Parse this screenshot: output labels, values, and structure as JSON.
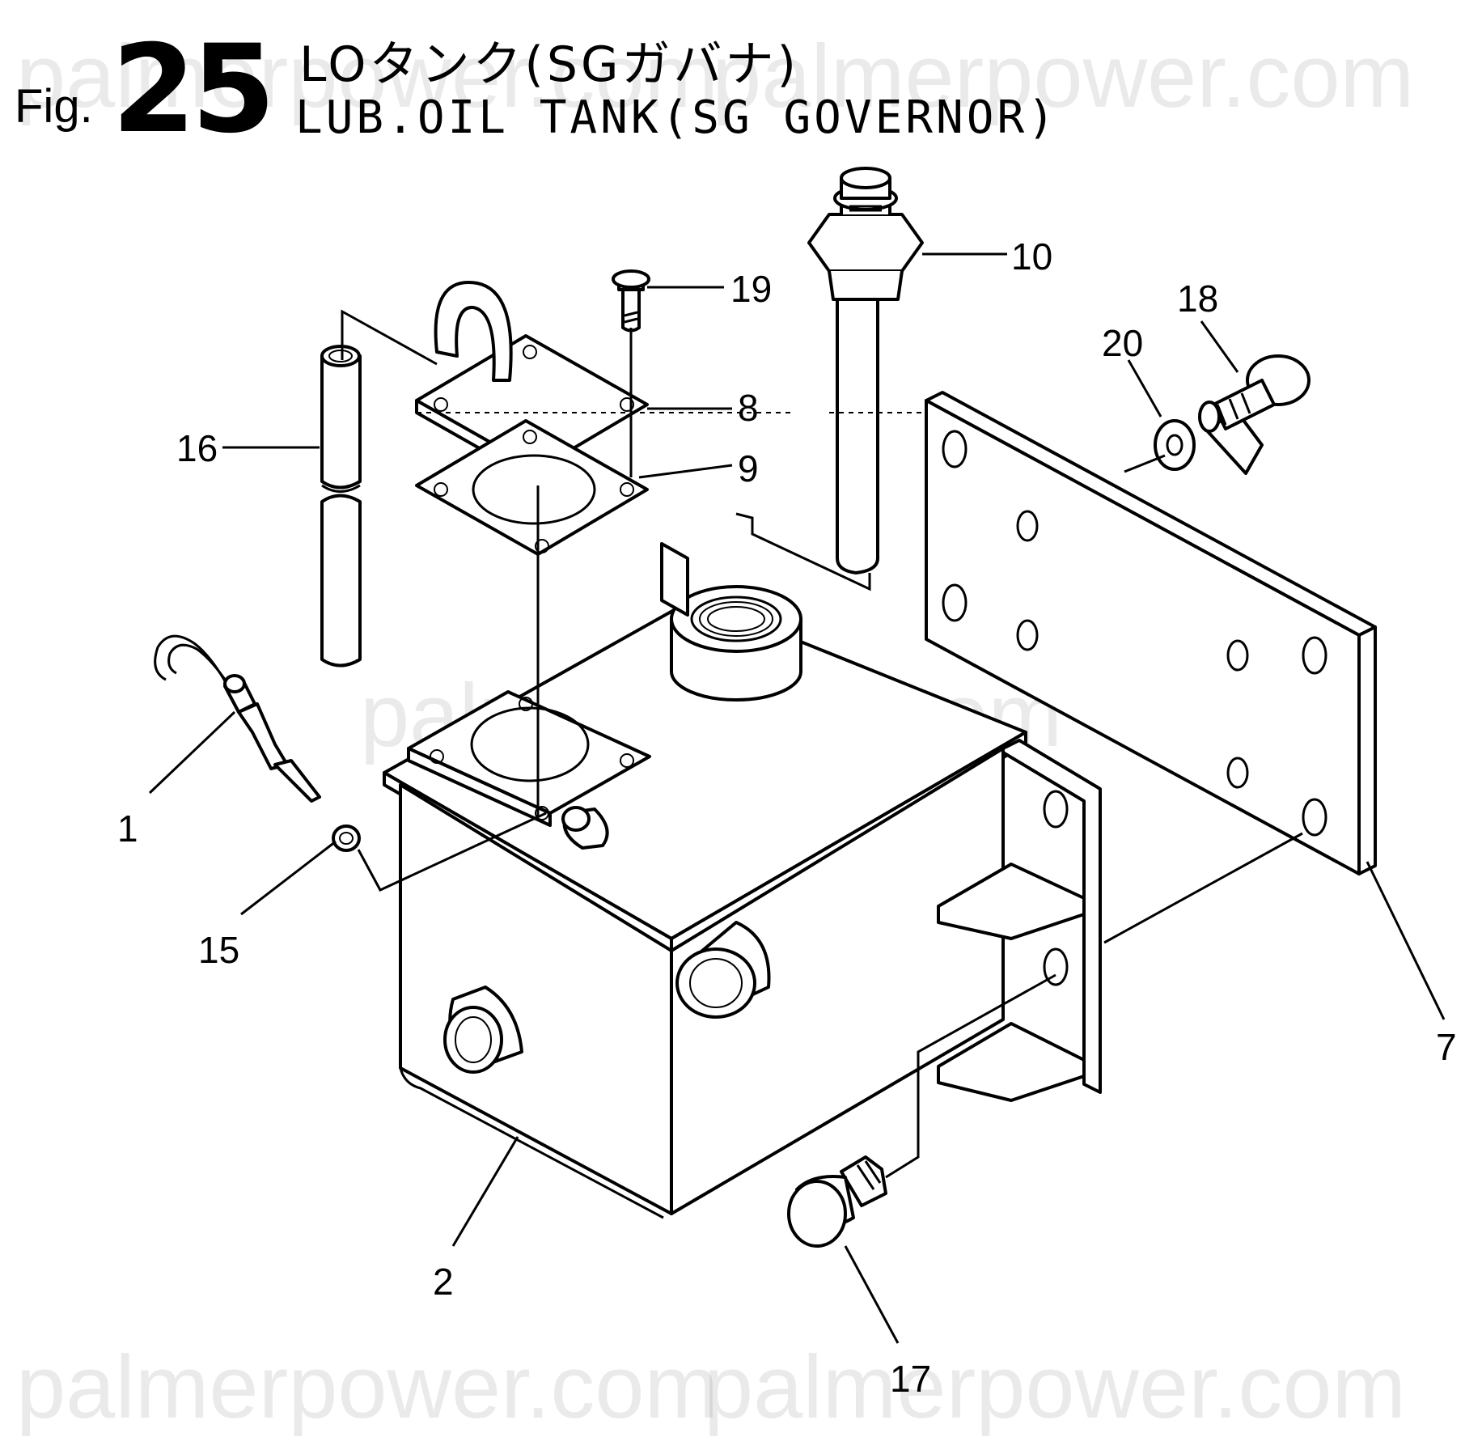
{
  "header": {
    "fig_prefix": "Fig.",
    "fig_number": "25",
    "title_jp": "LOタンク(SGガバナ)",
    "title_en": "LUB.OIL TANK(SG GOVERNOR)"
  },
  "watermark": "palmerpower.com",
  "callouts": {
    "c1": "1",
    "c2": "2",
    "c7": "7",
    "c8": "8",
    "c9": "9",
    "c10": "10",
    "c15": "15",
    "c16": "16",
    "c17": "17",
    "c18": "18",
    "c19": "19",
    "c20": "20"
  }
}
